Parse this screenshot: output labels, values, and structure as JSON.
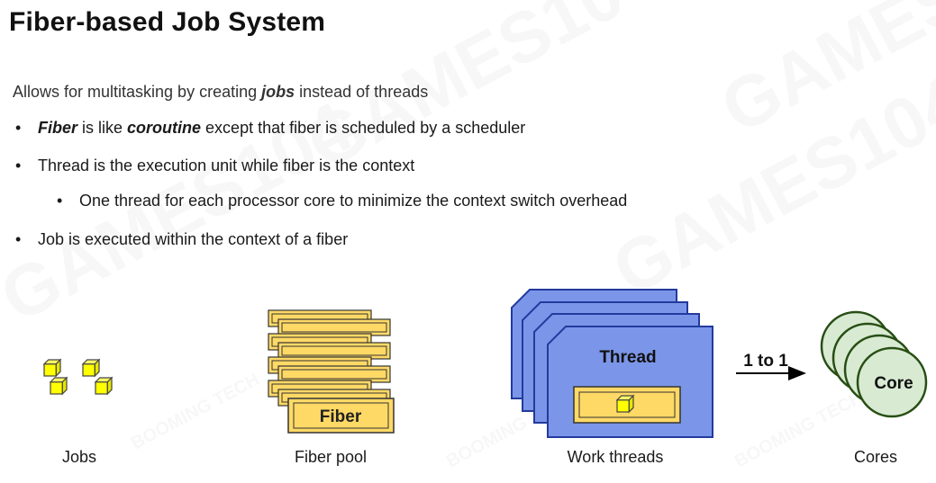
{
  "title": "Fiber-based Job System",
  "intro": {
    "prefix": "Allows for multitasking by creating ",
    "emphasis": "jobs",
    "suffix": " instead of threads"
  },
  "bullets": {
    "fiber": {
      "word1": "Fiber",
      "text1": " is like ",
      "word2": "coroutine",
      "text2": " except that fiber is scheduled by a scheduler"
    },
    "thread": "Thread is the execution unit while fiber is the context",
    "sub": "One thread for each processor core to minimize the context switch overhead",
    "job": "Job is executed within the context of a fiber",
    "marker": "•"
  },
  "diagram": {
    "fiber_label": "Fiber",
    "thread_label": "Thread",
    "ratio_label": "1 to 1",
    "core_label": "Core",
    "captions": {
      "jobs": "Jobs",
      "fiber_pool": "Fiber pool",
      "work_threads": "Work threads",
      "cores": "Cores"
    }
  },
  "watermark": {
    "text": "GAMES104",
    "brand": "BOOMING TECH"
  },
  "colors": {
    "cube_yellow": "#ffff00",
    "fiber_fill": "#ffd966",
    "thread_fill": "#7b96e8",
    "thread_border": "#233a9e",
    "core_fill": "#d9ead3",
    "core_border": "#274e13"
  }
}
